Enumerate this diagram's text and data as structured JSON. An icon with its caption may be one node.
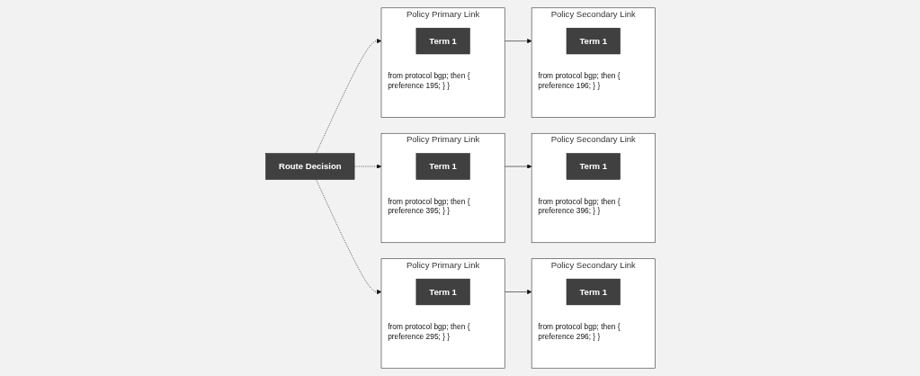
{
  "diagram": {
    "nodes": [
      {
        "text": [
          "Route Decision"
        ]
      },
      {
        "text": [
          "Policy Primary Link",
          "from protocol bgp; then { preference 195; } }"
        ]
      },
      {
        "text": [
          "Term 1"
        ],
        "in": 1
      },
      {
        "text": [
          "Policy Secondary Link",
          "from protocol bgp; then { preference 196; } }"
        ]
      },
      {
        "text": [
          "Term 1"
        ],
        "in": 3
      },
      {
        "text": [
          "Policy Primary Link",
          "from protocol bgp; then { preference 395; } }"
        ]
      },
      {
        "text": [
          "Term 1"
        ],
        "in": 5
      },
      {
        "text": [
          "Policy Secondary Link",
          "from protocol bgp; then { preference 396; } }"
        ]
      },
      {
        "text": [
          "Term 1"
        ],
        "in": 7
      },
      {
        "text": [
          "Policy Primary Link",
          "from protocol bgp; then { preference 295; } }"
        ]
      },
      {
        "text": [
          "Term 1"
        ],
        "in": 9
      },
      {
        "text": [
          "Policy Secondary Link",
          "from protocol bgp; then { preference 296; } }"
        ]
      },
      {
        "text": [
          "Term 1"
        ],
        "in": 11
      }
    ],
    "edges": [
      {
        "from": 0,
        "to": 1,
        "arrow": "to",
        "style": "dashed"
      },
      {
        "from": 0,
        "to": 5,
        "arrow": "to",
        "style": "dashed"
      },
      {
        "from": 0,
        "to": 9,
        "arrow": "to",
        "style": "dashed"
      },
      {
        "from": 1,
        "to": 3,
        "arrow": "to"
      },
      {
        "from": 5,
        "to": 7,
        "arrow": "to"
      },
      {
        "from": 9,
        "to": 11,
        "arrow": "to"
      }
    ]
  }
}
